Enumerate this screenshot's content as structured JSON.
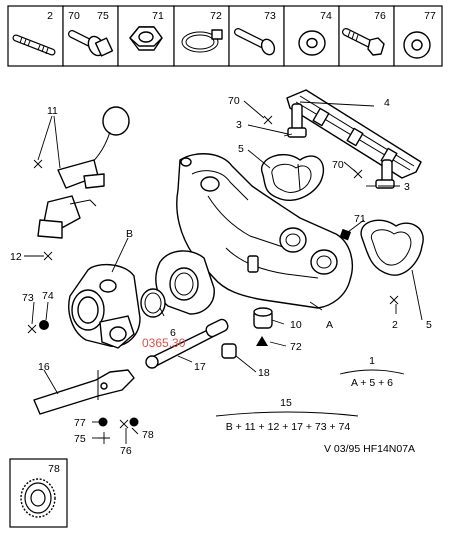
{
  "header_cells": [
    {
      "numbers": [
        "2"
      ],
      "icon": "stud-icon"
    },
    {
      "numbers": [
        "70",
        "75"
      ],
      "icon": "bolt-with-washer-icon"
    },
    {
      "numbers": [
        "71"
      ],
      "icon": "hex-nut-icon"
    },
    {
      "numbers": [
        "72"
      ],
      "icon": "hose-clamp-icon"
    },
    {
      "numbers": [
        "73"
      ],
      "icon": "socket-bolt-icon"
    },
    {
      "numbers": [
        "74"
      ],
      "icon": "flat-washer-icon"
    },
    {
      "numbers": [
        "76"
      ],
      "icon": "hex-bolt-icon"
    },
    {
      "numbers": [
        "77"
      ],
      "icon": "plain-washer-icon"
    }
  ],
  "callouts": {
    "c11": "11",
    "c4": "4",
    "c70a": "70",
    "c3a": "3",
    "c5a": "5",
    "c70b": "70",
    "c3b": "3",
    "c71": "71",
    "cB": "B",
    "c12": "12",
    "c73": "73",
    "c74": "74",
    "c6": "6",
    "c10": "10",
    "cA": "A",
    "c2": "2",
    "c5b": "5",
    "c72": "72",
    "c17": "17",
    "c18": "18",
    "c16": "16",
    "c77": "77",
    "c75": "75",
    "c76": "76",
    "c78": "78"
  },
  "watermark": "0365.30",
  "formula_1": {
    "ref": "1",
    "expr": "A + 5 + 6"
  },
  "formula_15": {
    "ref": "15",
    "expr": "B + 11 + 12 + 17 + 73 + 74"
  },
  "footer_ref": "V 03/95  HF14N07A",
  "inset": {
    "number": "78",
    "icon": "serrated-lock-washer-icon"
  },
  "colors": {
    "ink": "#000000",
    "watermark": "#e0504a",
    "paper": "#ffffff"
  }
}
